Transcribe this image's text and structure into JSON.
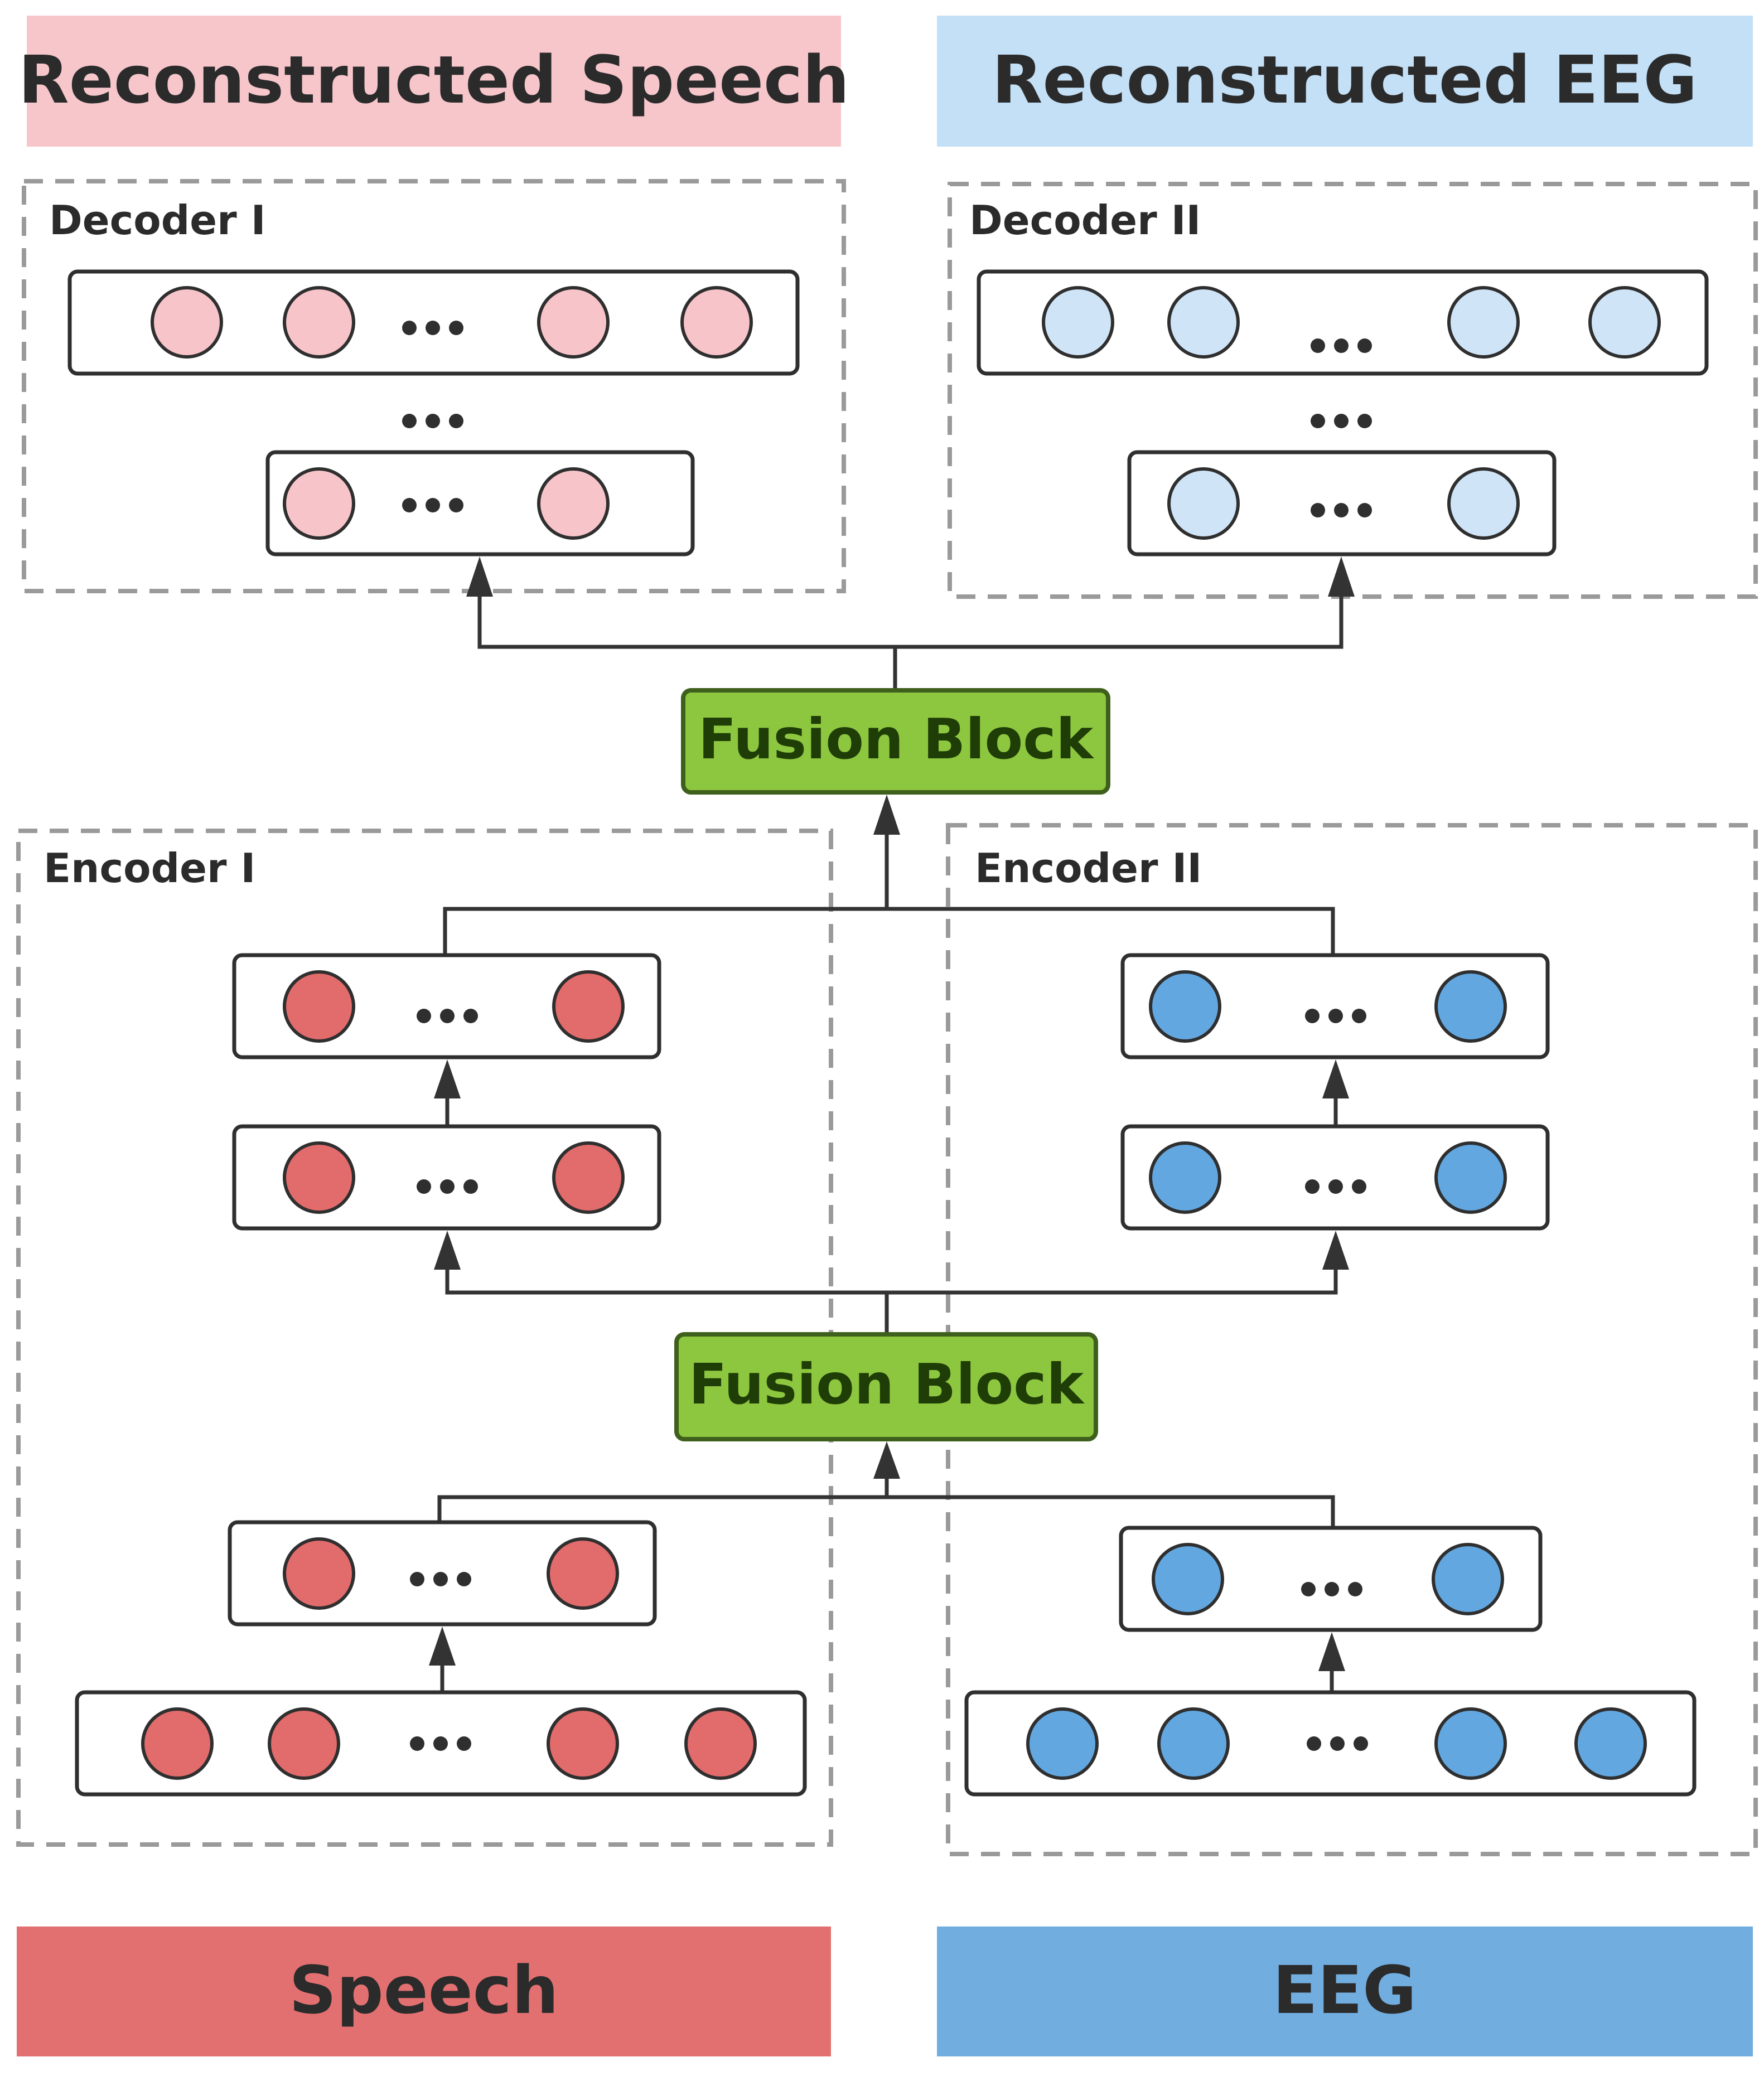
{
  "colors": {
    "speech_light": "#f6c6cb",
    "speech_node_light": "#f7c4c9",
    "speech_dark": "#e37070",
    "speech_node_dark": "#e26b6b",
    "eeg_light": "#c4e0f6",
    "eeg_node_light": "#cfe4f7",
    "eeg_dark": "#71addf",
    "eeg_node_dark": "#62a7e0",
    "fusion_fill": "#8dc63f",
    "fusion_border": "#3f5f1c"
  },
  "headers": {
    "reconstructed_speech": "Reconstructed Speech",
    "reconstructed_eeg": "Reconstructed EEG"
  },
  "modules": {
    "decoder_1": "Decoder I",
    "decoder_2": "Decoder II",
    "encoder_1": "Encoder I",
    "encoder_2": "Encoder II"
  },
  "fusion": {
    "upper": "Fusion Block",
    "lower": "Fusion Block"
  },
  "inputs": {
    "speech": "Speech",
    "eeg": "EEG"
  },
  "ellipsis": "•••"
}
